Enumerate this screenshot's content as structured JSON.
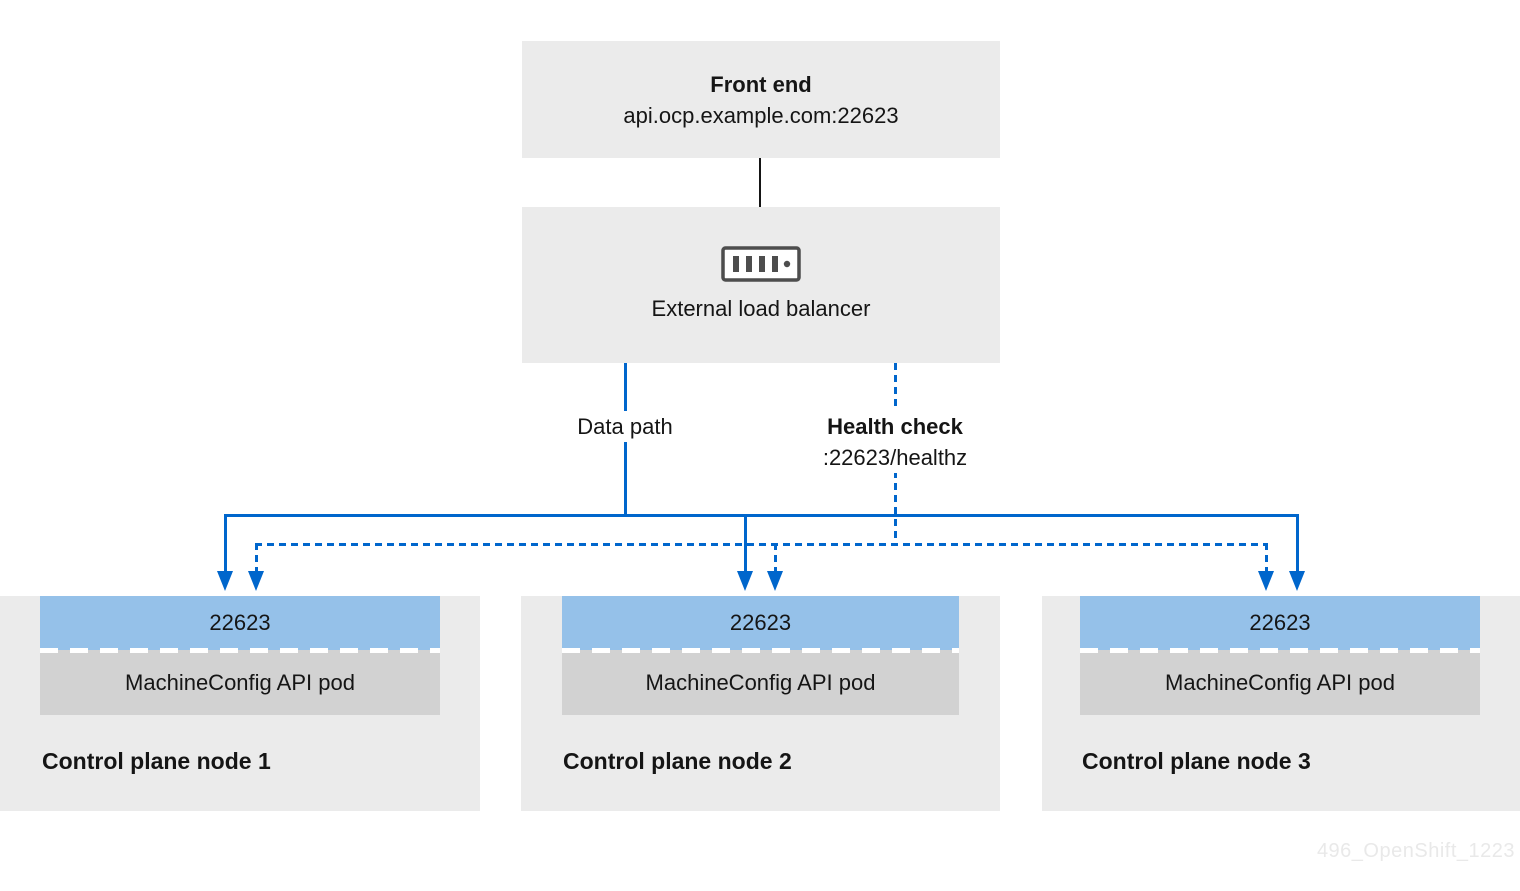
{
  "diagram": {
    "front_end": {
      "title": "Front end",
      "address": "api.ocp.example.com:22623"
    },
    "load_balancer": {
      "icon": "server-icon",
      "label": "External load balancer"
    },
    "paths": {
      "data_path_label": "Data path",
      "health_check_label": "Health check",
      "health_check_endpoint": ":22623/healthz"
    },
    "nodes": [
      {
        "port": "22623",
        "pod_label": "MachineConfig API pod",
        "node_label": "Control plane node 1"
      },
      {
        "port": "22623",
        "pod_label": "MachineConfig API pod",
        "node_label": "Control plane node 2"
      },
      {
        "port": "22623",
        "pod_label": "MachineConfig API pod",
        "node_label": "Control plane node 3"
      }
    ],
    "watermark": "496_OpenShift_1223",
    "colors": {
      "line_blue": "#0066cc",
      "port_fill": "#95c1e9",
      "pod_fill": "#d2d2d2",
      "box_fill": "#ebebeb",
      "icon_stroke": "#4d4d4d",
      "text": "#151515",
      "watermark": "#e9e9e9"
    }
  }
}
